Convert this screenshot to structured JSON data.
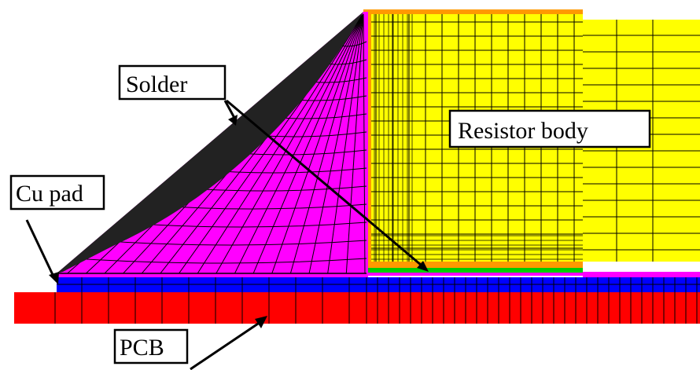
{
  "labels": {
    "solder": "Solder",
    "resistor_body": "Resistor body",
    "cu_pad": "Cu pad",
    "pcb": "PCB"
  },
  "colors": {
    "pcb": "#ff0000",
    "cu_pad": "#0000ff",
    "solder": "#ff00ff",
    "resistor_body": "#ffff00",
    "termination": "#ff9900",
    "interface": "#00cc00",
    "fillet_shadow": "#222222",
    "mesh": "#000000"
  }
}
